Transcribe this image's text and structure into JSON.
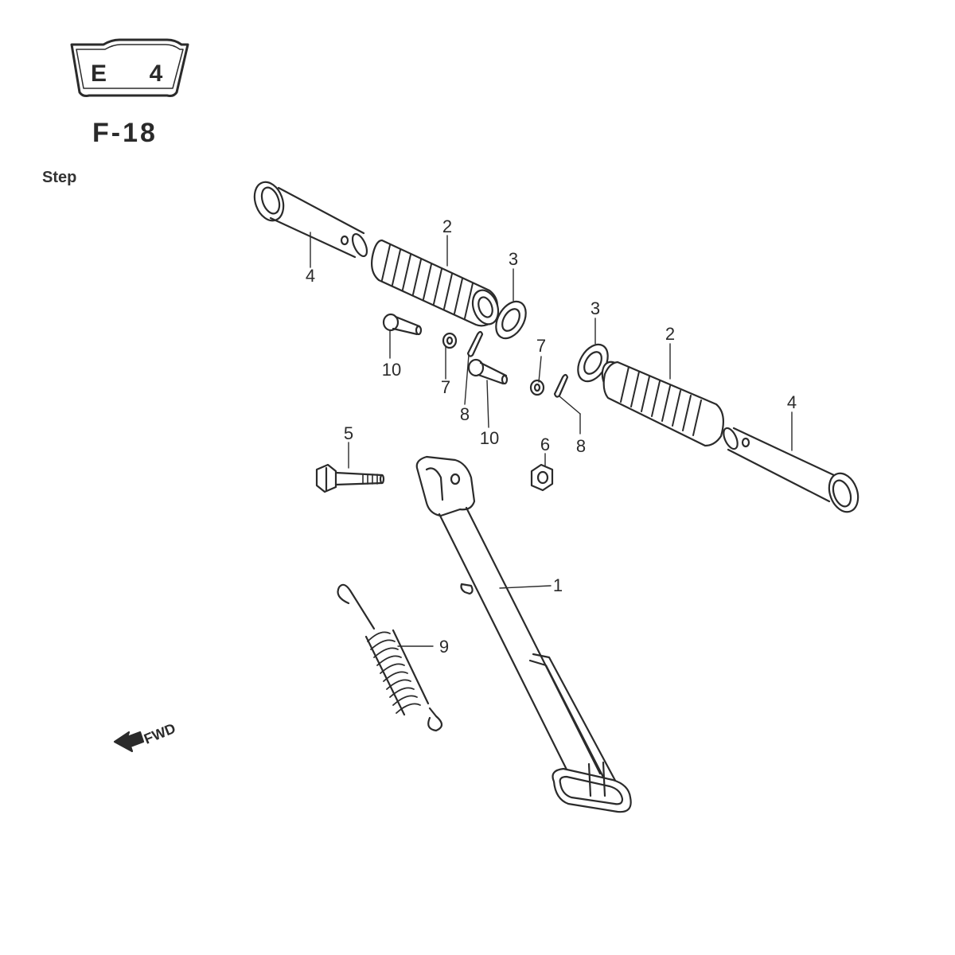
{
  "header": {
    "group_code_letter": "E",
    "group_code_number": "4",
    "figure_code": "F-18",
    "section_title": "Step"
  },
  "direction_marker": "FWD",
  "callouts": [
    {
      "id": "callout-4-left",
      "text": "4"
    },
    {
      "id": "callout-2-left",
      "text": "2"
    },
    {
      "id": "callout-3-left",
      "text": "3"
    },
    {
      "id": "callout-10-left",
      "text": "10"
    },
    {
      "id": "callout-7-left",
      "text": "7"
    },
    {
      "id": "callout-8-left",
      "text": "8"
    },
    {
      "id": "callout-10-right",
      "text": "10"
    },
    {
      "id": "callout-7-right",
      "text": "7"
    },
    {
      "id": "callout-8-right",
      "text": "8"
    },
    {
      "id": "callout-3-right",
      "text": "3"
    },
    {
      "id": "callout-2-right",
      "text": "2"
    },
    {
      "id": "callout-4-right",
      "text": "4"
    },
    {
      "id": "callout-5",
      "text": "5"
    },
    {
      "id": "callout-6",
      "text": "6"
    },
    {
      "id": "callout-1",
      "text": "1"
    },
    {
      "id": "callout-9",
      "text": "9"
    }
  ]
}
